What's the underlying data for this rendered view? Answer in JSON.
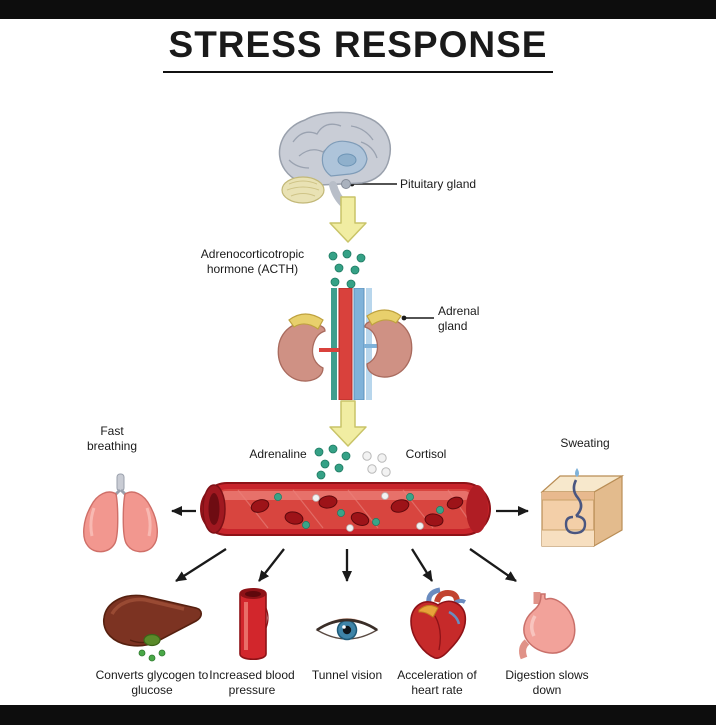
{
  "title": "STRESS RESPONSE",
  "labels": {
    "pituitary_gland": "Pituitary gland",
    "acth": "Adrenocorticotropic hormone (ACTH)",
    "adrenal_gland": "Adrenal gland",
    "fast_breathing": "Fast breathing",
    "adrenaline": "Adrenaline",
    "cortisol": "Cortisol",
    "sweating": "Sweating"
  },
  "effects": [
    {
      "name": "liver",
      "label": "Converts glycogen to glucose"
    },
    {
      "name": "blood-pressure",
      "label": "Increased blood pressure"
    },
    {
      "name": "vision",
      "label": "Tunnel vision"
    },
    {
      "name": "heart-rate",
      "label": "Acceleration of heart rate"
    },
    {
      "name": "digestion",
      "label": "Digestion slows down"
    }
  ],
  "colors": {
    "hormone_green": "#35a186",
    "cortisol_white": "#f2f2f2",
    "arrow_yellow": "#f1eda2",
    "vessel_red": "#c8242b",
    "letterbox_black": "#0d0d0d",
    "background": "#ffffff"
  }
}
